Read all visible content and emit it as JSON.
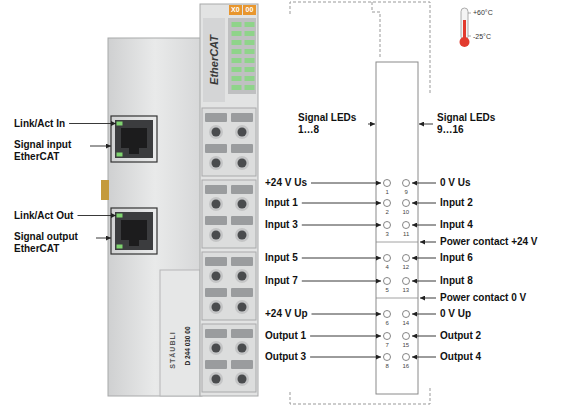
{
  "diagram": {
    "labels": [
      "X0",
      "00",
      "EtherCAT",
      "Link/Act In",
      "Signal input EtherCAT",
      "Link/Act Out",
      "Signal output EtherCAT",
      "STÄUBLI",
      "D 244 030 00",
      "+60°C",
      "-25°C",
      "Signal LEDs 1…8",
      "Signal LEDs 9…16",
      "+24 V Us",
      "0 V Us",
      "Input 1",
      "Input 2",
      "Input 3",
      "Input 4",
      "Power contact +24 V",
      "Input 5",
      "Input 6",
      "Input 7",
      "Input 8",
      "Power contact 0 V",
      "+24 V Up",
      "0 V Up",
      "Output 1",
      "Output 2",
      "Output 3",
      "Output 4",
      "1",
      "2",
      "3",
      "4",
      "5",
      "6",
      "7",
      "8",
      "9",
      "10",
      "11",
      "12",
      "13",
      "14",
      "15",
      "16"
    ]
  }
}
